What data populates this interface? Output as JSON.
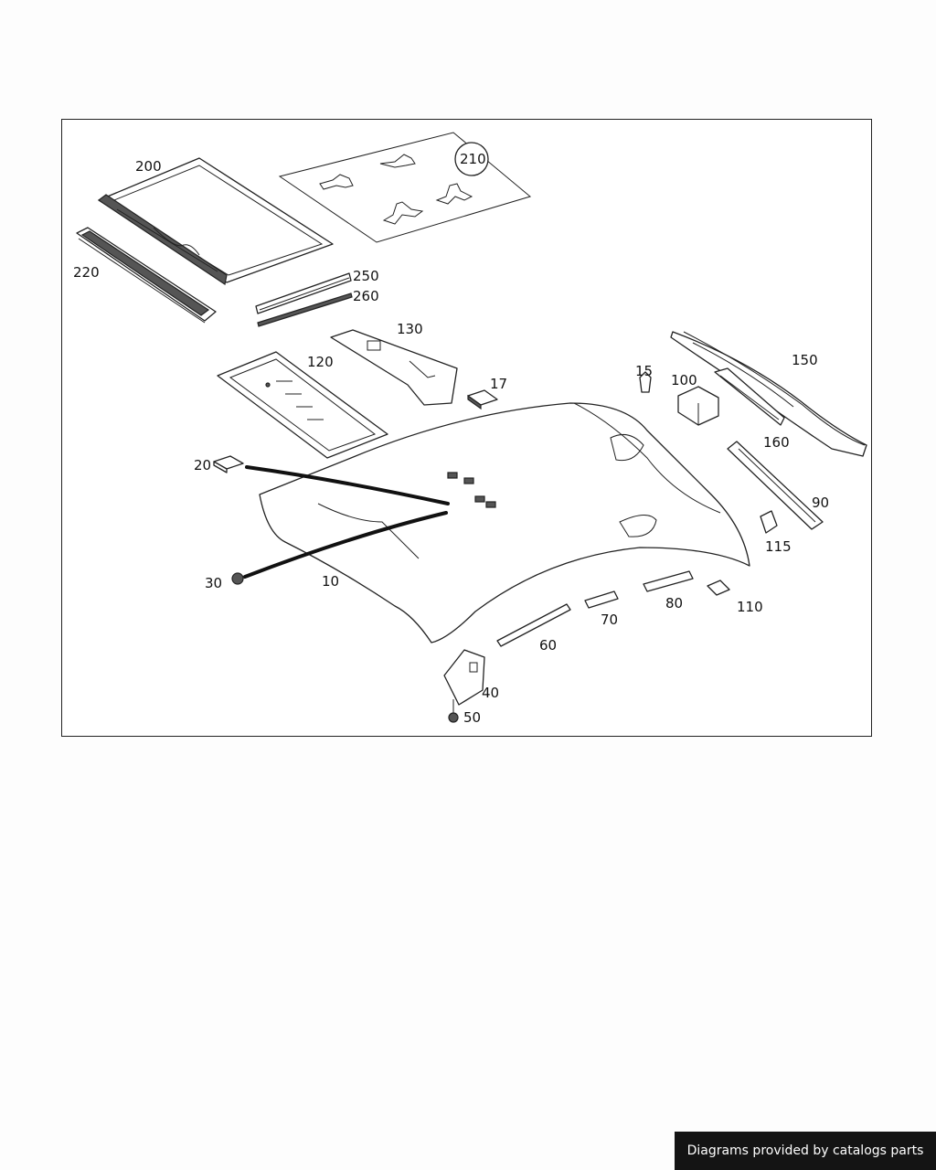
{
  "diagram": {
    "callouts": [
      {
        "id": "200",
        "text": "200"
      },
      {
        "id": "210",
        "text": "210"
      },
      {
        "id": "220",
        "text": "220"
      },
      {
        "id": "250",
        "text": "250"
      },
      {
        "id": "260",
        "text": "260"
      },
      {
        "id": "130",
        "text": "130"
      },
      {
        "id": "120",
        "text": "120"
      },
      {
        "id": "17",
        "text": "17"
      },
      {
        "id": "15",
        "text": "15"
      },
      {
        "id": "100",
        "text": "100"
      },
      {
        "id": "150",
        "text": "150"
      },
      {
        "id": "160",
        "text": "160"
      },
      {
        "id": "90",
        "text": "90"
      },
      {
        "id": "115",
        "text": "115"
      },
      {
        "id": "20",
        "text": "20"
      },
      {
        "id": "30",
        "text": "30"
      },
      {
        "id": "10",
        "text": "10"
      },
      {
        "id": "110",
        "text": "110"
      },
      {
        "id": "80",
        "text": "80"
      },
      {
        "id": "70",
        "text": "70"
      },
      {
        "id": "60",
        "text": "60"
      },
      {
        "id": "40",
        "text": "40"
      },
      {
        "id": "50",
        "text": "50"
      }
    ]
  },
  "credit": {
    "text": "Diagrams provided by catalogs parts"
  }
}
